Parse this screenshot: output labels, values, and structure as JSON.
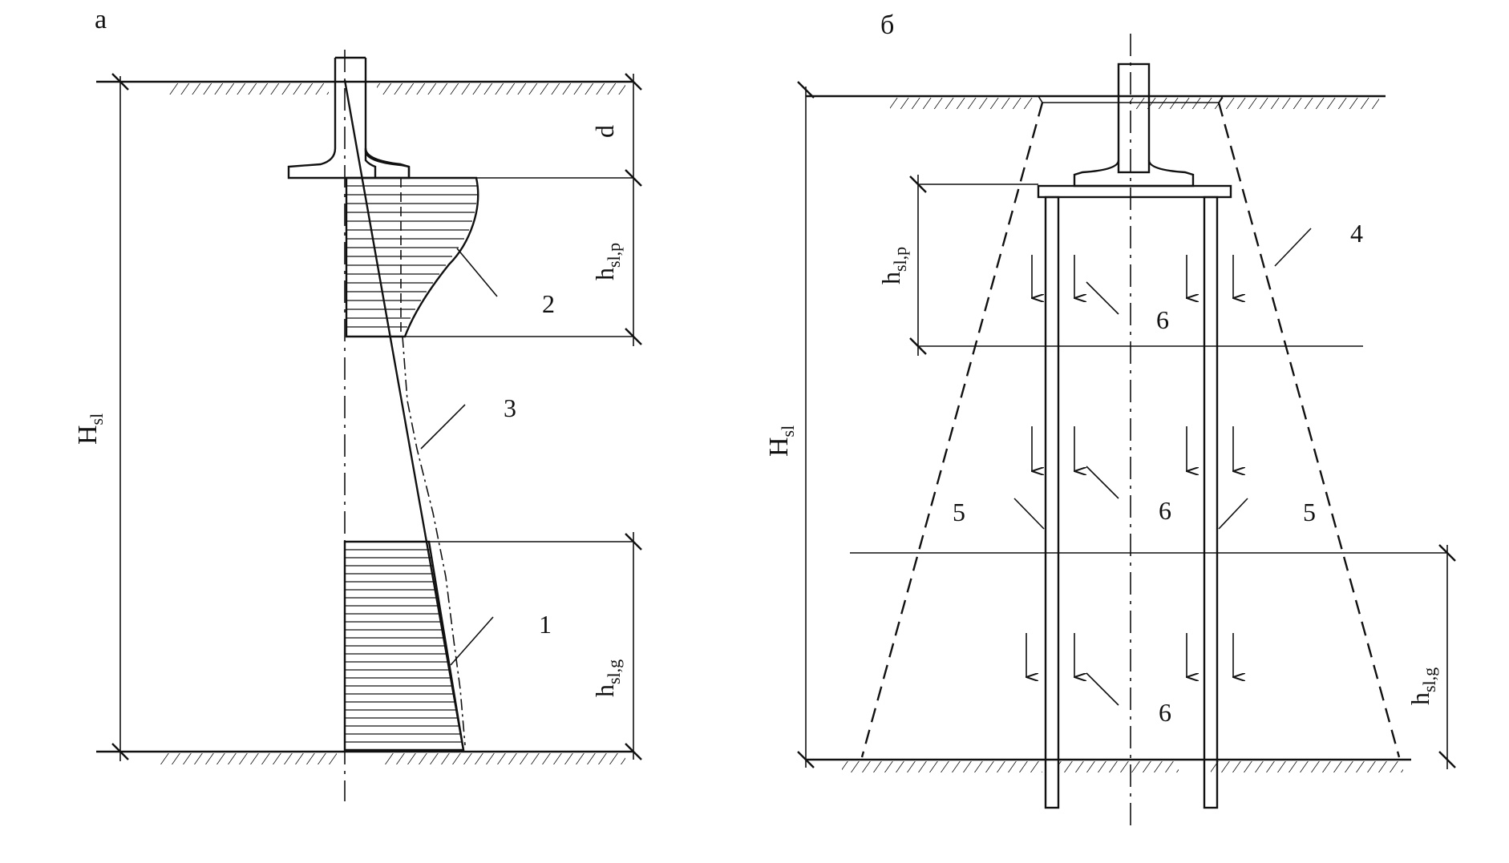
{
  "panel_a": {
    "label": "а",
    "dim_total": "H",
    "dim_total_sub": "sl",
    "dim_top": "d",
    "dim_upper": "h",
    "dim_upper_sub": "sl,p",
    "dim_lower": "h",
    "dim_lower_sub": "sl,g",
    "callouts": [
      "1",
      "2",
      "3"
    ]
  },
  "panel_b": {
    "label": "б",
    "dim_total": "H",
    "dim_total_sub": "sl",
    "dim_upper": "h",
    "dim_upper_sub": "sl,p",
    "dim_lower": "h",
    "dim_lower_sub": "sl,g",
    "callouts": [
      "4",
      "5",
      "5",
      "6",
      "6",
      "6"
    ]
  }
}
